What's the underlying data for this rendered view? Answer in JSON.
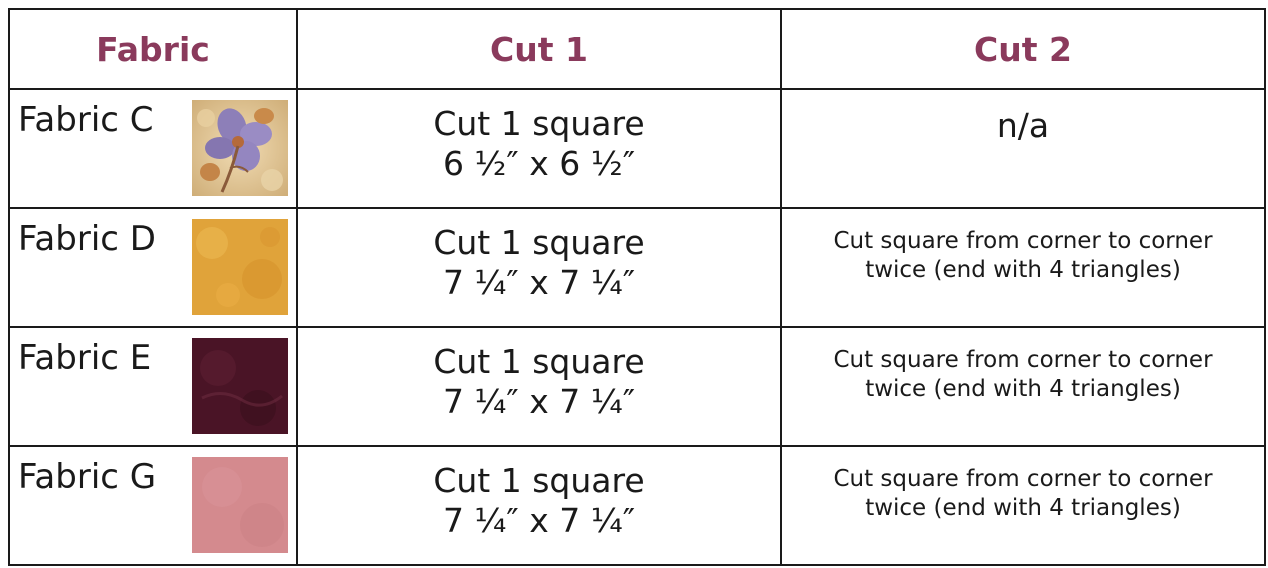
{
  "header": {
    "fabric": "Fabric",
    "cut1": "Cut 1",
    "cut2": "Cut 2"
  },
  "colors": {
    "header_text": "#8a3a5c",
    "fabric_c_swatch": "#d9b98a",
    "fabric_d_swatch": "#e0a33a",
    "fabric_e_swatch": "#4a1426",
    "fabric_g_swatch": "#d48a8e"
  },
  "rows": [
    {
      "name": "Fabric C",
      "swatch_icon": "floral-fabric-swatch",
      "cut1_line1": "Cut 1 square",
      "cut1_line2": "6 ½″ x 6 ½″",
      "cut2_text": "n/a"
    },
    {
      "name": "Fabric D",
      "swatch_icon": "golden-fabric-swatch",
      "cut1_line1": "Cut 1 square",
      "cut1_line2": "7 ¼″ x 7 ¼″",
      "cut2_line1": "Cut square from corner to corner",
      "cut2_line2": "twice (end with 4 triangles)"
    },
    {
      "name": "Fabric E",
      "swatch_icon": "plum-fabric-swatch",
      "cut1_line1": "Cut 1 square",
      "cut1_line2": "7 ¼″ x 7 ¼″",
      "cut2_line1": "Cut square from corner to corner",
      "cut2_line2": "twice (end with 4 triangles)"
    },
    {
      "name": "Fabric G",
      "swatch_icon": "pink-fabric-swatch",
      "cut1_line1": "Cut 1 square",
      "cut1_line2": "7 ¼″ x 7 ¼″",
      "cut2_line1": "Cut square from corner to corner",
      "cut2_line2": "twice (end with 4 triangles)"
    }
  ]
}
